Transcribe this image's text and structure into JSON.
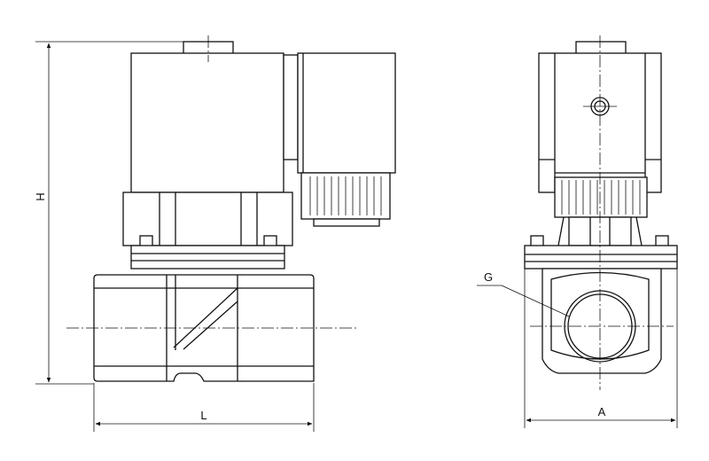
{
  "labels": {
    "height": "H",
    "length": "L",
    "width": "A",
    "thread": "G"
  }
}
